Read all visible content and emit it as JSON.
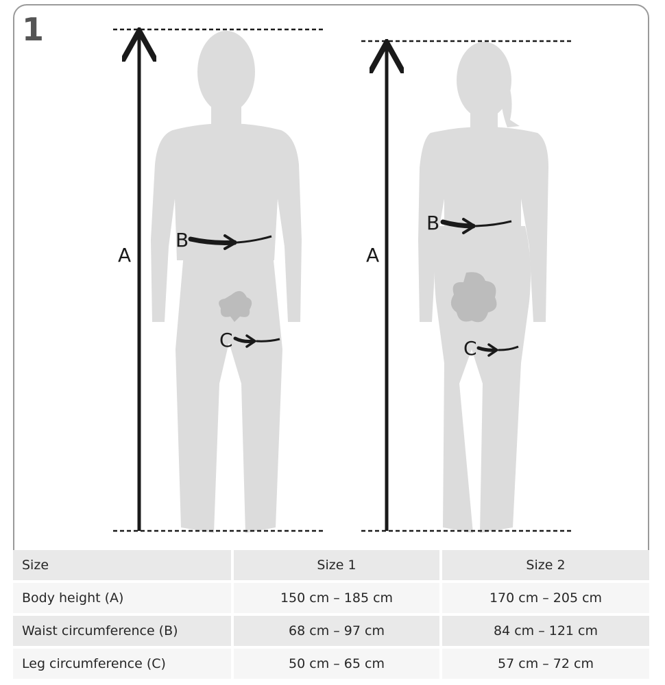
{
  "step_number": "1",
  "figures": [
    {
      "height_label": "A",
      "waist_label": "B",
      "leg_label": "C"
    },
    {
      "height_label": "A",
      "waist_label": "B",
      "leg_label": "C"
    }
  ],
  "table": {
    "header": [
      "Size",
      "Size 1",
      "Size 2"
    ],
    "rows": [
      [
        "Body height (A)",
        "150 cm – 185 cm",
        "170 cm – 205 cm"
      ],
      [
        "Waist circumference (B)",
        "68 cm – 97 cm",
        "84 cm – 121 cm"
      ],
      [
        "Leg circumference (C)",
        "50 cm – 65 cm",
        "57 cm – 72 cm"
      ]
    ]
  },
  "colors": {
    "silhouette": "#dcdcdc",
    "line": "#1a1a1a",
    "frame": "#9a9a9a"
  }
}
